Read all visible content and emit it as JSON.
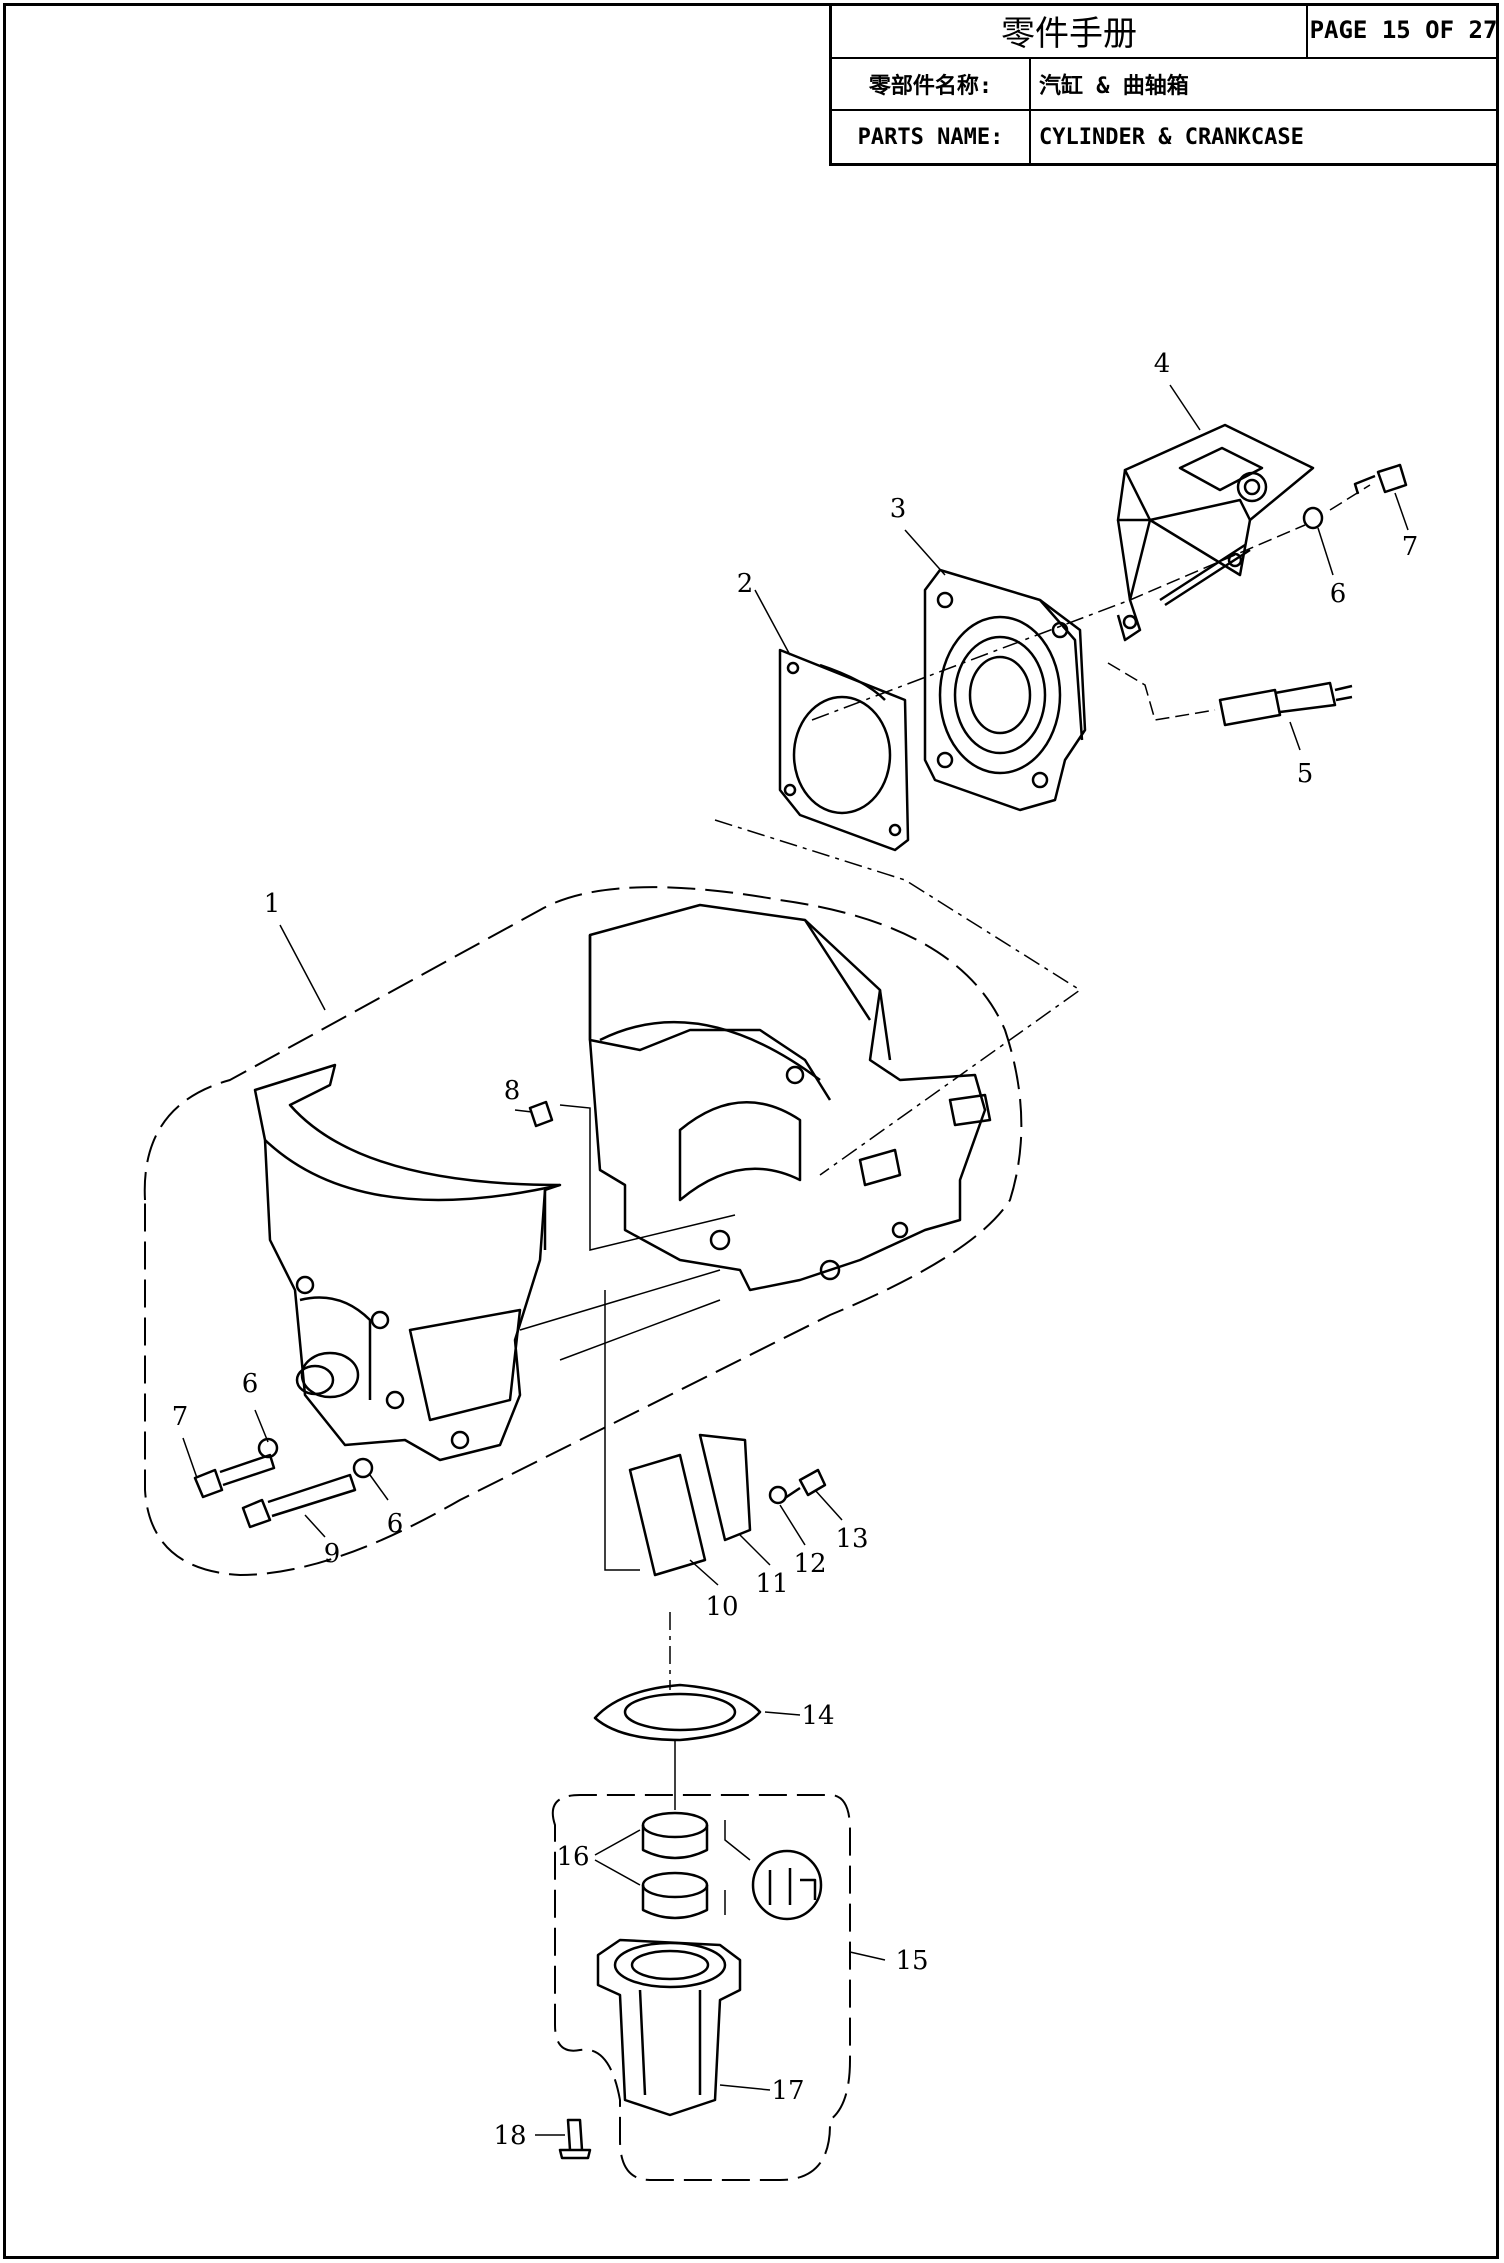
{
  "header": {
    "manual_title": "零件手册",
    "page_label": "PAGE 15 OF 27",
    "name_cn_label": "零部件名称:",
    "name_cn_value": "汽缸 & 曲轴箱",
    "name_en_label": "PARTS NAME:",
    "name_en_value": "CYLINDER & CRANKCASE"
  },
  "callouts": [
    {
      "id": "c1",
      "text": "1"
    },
    {
      "id": "c2",
      "text": "2"
    },
    {
      "id": "c3",
      "text": "3"
    },
    {
      "id": "c4",
      "text": "4"
    },
    {
      "id": "c5",
      "text": "5"
    },
    {
      "id": "c6a",
      "text": "6"
    },
    {
      "id": "c6b",
      "text": "6"
    },
    {
      "id": "c6c",
      "text": "6"
    },
    {
      "id": "c7a",
      "text": "7"
    },
    {
      "id": "c7b",
      "text": "7"
    },
    {
      "id": "c8",
      "text": "8"
    },
    {
      "id": "c9",
      "text": "9"
    },
    {
      "id": "c10",
      "text": "10"
    },
    {
      "id": "c11",
      "text": "11"
    },
    {
      "id": "c12",
      "text": "12"
    },
    {
      "id": "c13",
      "text": "13"
    },
    {
      "id": "c14",
      "text": "14"
    },
    {
      "id": "c15",
      "text": "15"
    },
    {
      "id": "c16",
      "text": "16"
    },
    {
      "id": "c17",
      "text": "17"
    },
    {
      "id": "c18",
      "text": "18"
    }
  ]
}
